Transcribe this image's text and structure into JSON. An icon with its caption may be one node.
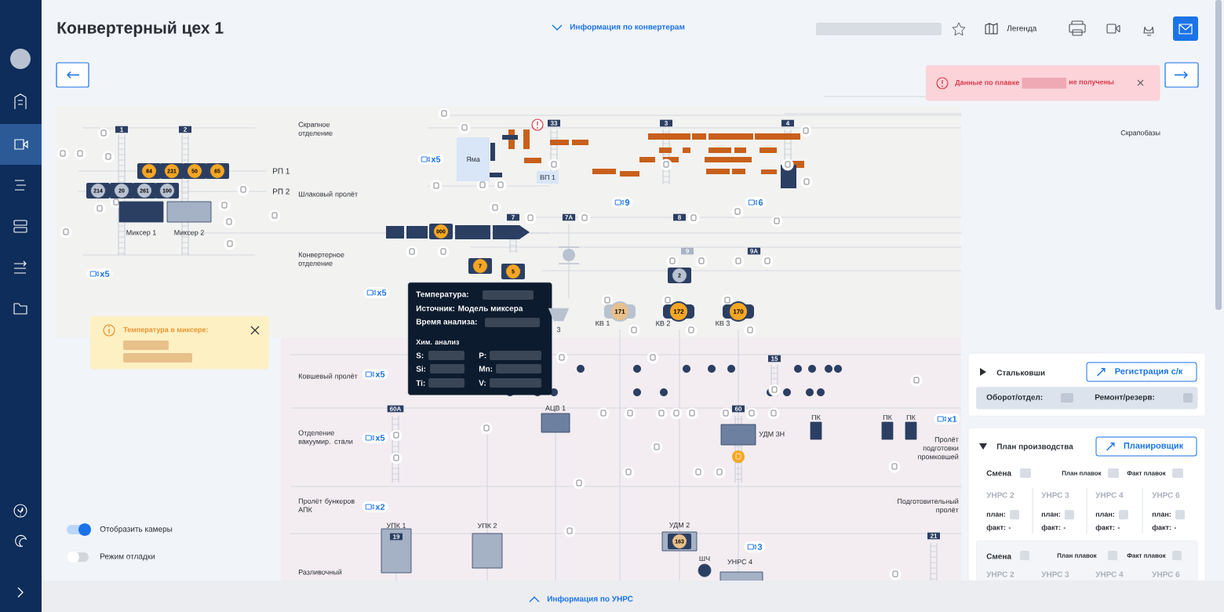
{
  "diagram": {
    "title": "Конвертерный цех 1",
    "nodes": [
      {
        "text": [
          "1"
        ]
      },
      {
        "text": [
          "2"
        ]
      },
      {
        "text": [
          "84"
        ]
      },
      {
        "text": [
          "231"
        ]
      },
      {
        "text": [
          "50"
        ]
      },
      {
        "text": [
          "65"
        ]
      },
      {
        "text": [
          "214"
        ]
      },
      {
        "text": [
          "20"
        ]
      },
      {
        "text": [
          "261"
        ]
      },
      {
        "text": [
          "100"
        ]
      },
      {
        "text": [],
        "shape": "box",
        "beside": [
          "Миксер 1"
        ]
      },
      {
        "text": [],
        "shape": "box",
        "beside": [
          "Миксер 2"
        ]
      },
      {
        "text": [
          "Яма"
        ]
      },
      {
        "text": [
          "33"
        ]
      },
      {
        "text": [
          "ВП 1"
        ]
      },
      {
        "text": [
          "3"
        ]
      },
      {
        "text": [
          "4"
        ]
      },
      {
        "text": [
          "x5"
        ]
      },
      {
        "text": [
          "9"
        ]
      },
      {
        "text": [
          "6"
        ]
      },
      {
        "text": [
          "000"
        ]
      },
      {
        "text": [
          "7"
        ]
      },
      {
        "text": [
          "7A"
        ]
      },
      {
        "text": [
          "8"
        ]
      },
      {
        "text": [
          "9"
        ]
      },
      {
        "text": [
          "9A"
        ]
      },
      {
        "text": [
          "7"
        ]
      },
      {
        "text": [
          "5"
        ]
      },
      {
        "text": [
          "2"
        ]
      },
      {
        "text": [
          "x5"
        ]
      },
      {
        "text": [
          "x5"
        ]
      },
      {
        "text": [
          "171"
        ],
        "beside": [
          "КВ 1"
        ]
      },
      {
        "text": [
          "172"
        ],
        "beside": [
          "КВ 2"
        ]
      },
      {
        "text": [
          "170"
        ],
        "beside": [
          "КВ 3"
        ]
      },
      {
        "text": [
          "Температура:",
          "Источник: Модель миксера",
          "Время анализа:",
          "Хим. анализ",
          "S:",
          "P:",
          "Si:",
          "Mn:",
          "Ti:",
          "V:"
        ]
      },
      {
        "text": [
          "Температура в миксере:"
        ]
      },
      {
        "text": [
          "Данные по плавке",
          "не получены"
        ]
      },
      {
        "text": [
          "x5"
        ]
      },
      {
        "text": [
          "15"
        ]
      },
      {
        "text": [
          "60A"
        ]
      },
      {
        "text": [],
        "shape": "box",
        "beside": [
          "АЦВ 1"
        ]
      },
      {
        "text": [
          "60"
        ]
      },
      {
        "text": [],
        "shape": "box",
        "beside": [
          "УДМ 3Н"
        ]
      },
      {
        "text": [],
        "shape": "box",
        "beside": [
          "ПК"
        ]
      },
      {
        "text": [],
        "shape": "box",
        "beside": [
          "ПК"
        ]
      },
      {
        "text": [],
        "shape": "box",
        "beside": [
          "ПК"
        ]
      },
      {
        "text": [
          "x1"
        ]
      },
      {
        "text": [
          "x5"
        ]
      },
      {
        "text": [
          "x2"
        ]
      },
      {
        "text": [],
        "shape": "box",
        "beside": [
          "УПК 1"
        ]
      },
      {
        "text": [
          "19"
        ],
        "in": 49
      },
      {
        "text": [],
        "shape": "box",
        "beside": [
          "УПК 2"
        ]
      },
      {
        "text": [],
        "shape": "box",
        "beside": [
          "УДМ 2"
        ]
      },
      {
        "text": [
          "163"
        ],
        "in": 52
      },
      {
        "text": [
          "3"
        ]
      },
      {
        "text": [],
        "shape": "circle",
        "beside": [
          "ШЧ"
        ]
      },
      {
        "text": [],
        "shape": "box",
        "beside": [
          "УНРС 4"
        ]
      },
      {
        "text": [
          "21"
        ]
      },
      {
        "text": [
          "Стальковши"
        ]
      },
      {
        "text": [
          "Регистрация с/к"
        ],
        "in": 58
      },
      {
        "text": [
          "Оборот/отдел:",
          "Ремонт/резерв:"
        ],
        "in": 58
      },
      {
        "text": [
          "План производства",
          "Смена",
          "План плавок",
          "Факт плавок",
          "УНРС 2",
          "план:",
          "факт: -",
          "УНРС 3",
          "план:",
          "факт: -",
          "УНРС 4",
          "план:",
          "факт: -",
          "УНРС 6",
          "план:",
          "факт: -"
        ]
      },
      {
        "text": [
          "Планировщик"
        ],
        "in": 61
      },
      {
        "text": [
          "Смена",
          "План плавок",
          "Факт плавок",
          "УНРС 2",
          "УНРС 3",
          "УНРС 4",
          "УНРС 6"
        ],
        "in": 61
      },
      {
        "text": [],
        "shape": "trapezoid",
        "beside": [
          "3"
        ]
      }
    ],
    "labels": [
      "Информация по конвертерам",
      "Легенда",
      "Скрапное отделение",
      "РП 1",
      "РП 2",
      "Шлаковый пролёт",
      "Скрапобазы",
      "Конвертерное отделение",
      "Ковшевый пролёт",
      "Отделение вакуумир. стали",
      "Пролёт бункеров АПК",
      "Пролёт подготовки промковшей",
      "Подготовительный пролёт",
      "Разливочный",
      "Отобразить камеры",
      "Режим отладки",
      "Информация по УНРС"
    ]
  }
}
